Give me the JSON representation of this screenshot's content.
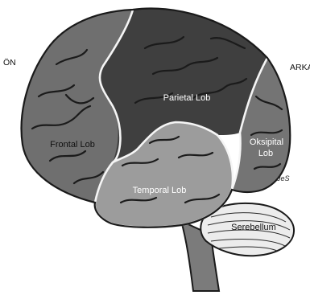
{
  "labels": {
    "front": "ÖN",
    "back": "ARKA",
    "frontal": "Frontal Lob",
    "parietal": "Parietal Lob",
    "temporal": "Temporal Lob",
    "occipital_line1": "Oksipital",
    "occipital_line2": "Lob",
    "cerebellum": "Serebellum",
    "signature": "JeS"
  },
  "colors": {
    "frontal": "#6f6f6f",
    "parietal": "#3f3f3f",
    "occipital": "#747474",
    "temporal": "#9c9c9c",
    "cerebellum": "#ececec",
    "brainstem": "#7b7b7b",
    "outline": "#1a1a1a",
    "boundary": "#f5f5f5"
  }
}
